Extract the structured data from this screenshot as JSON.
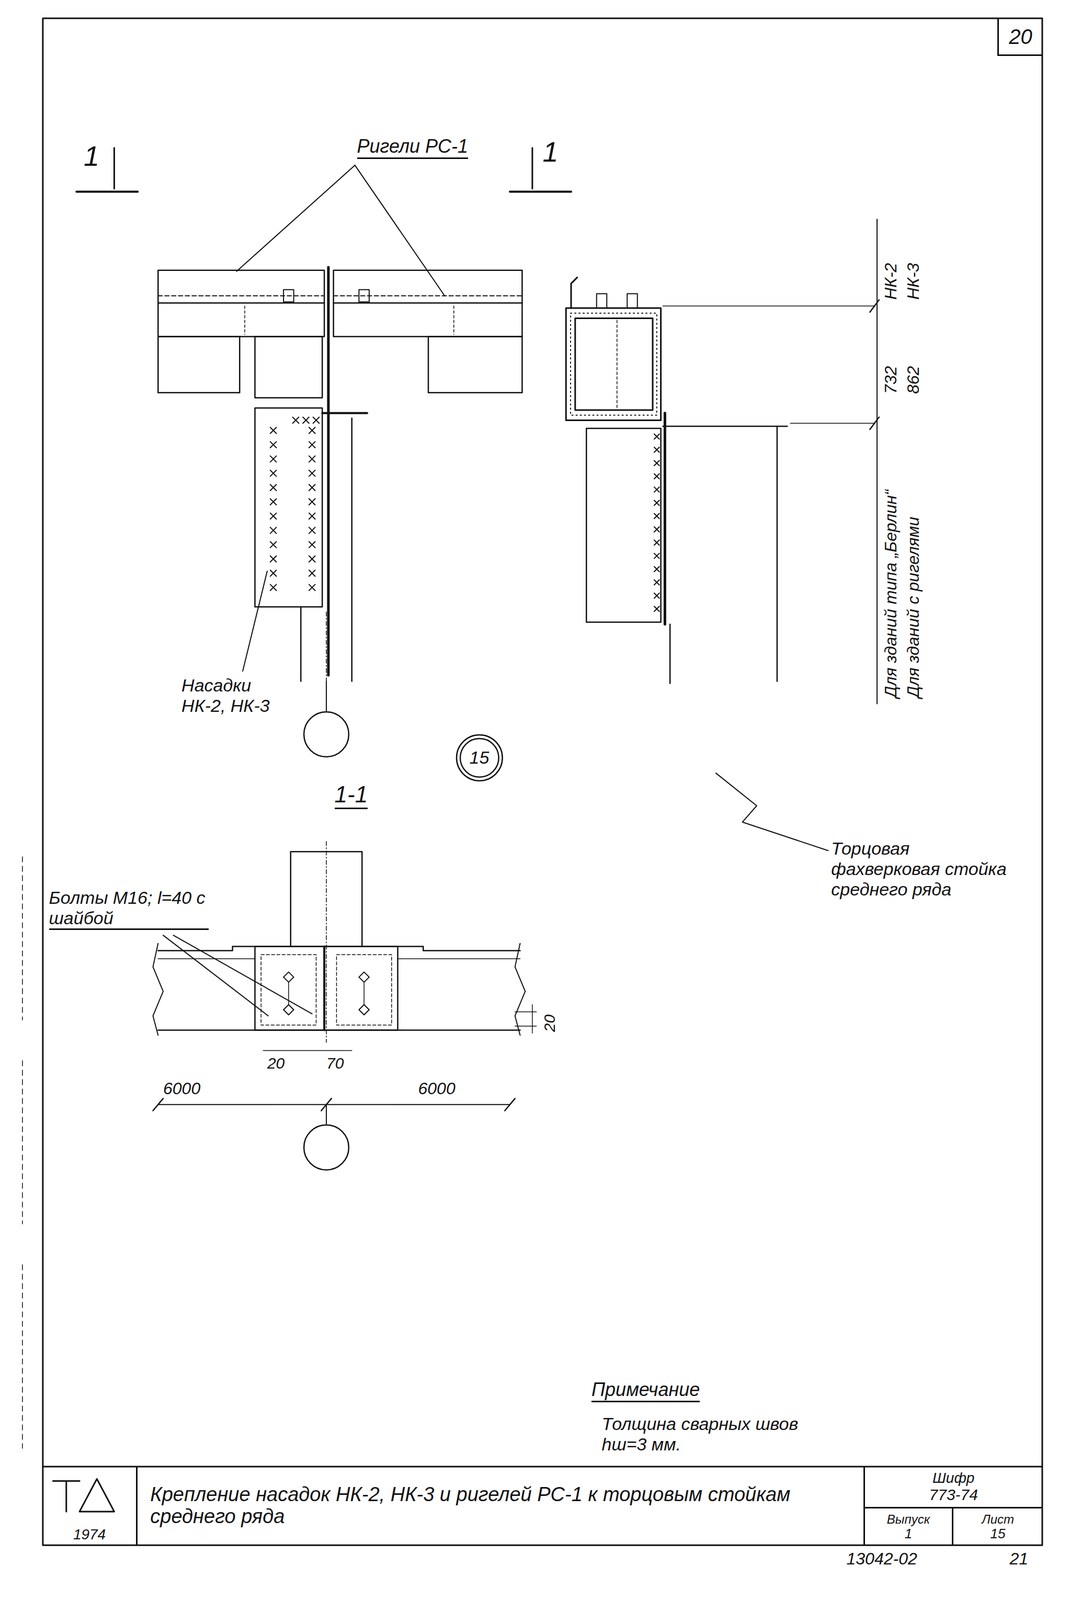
{
  "diagram": {
    "nodes": [
      {
        "text": [
          "20"
        ]
      },
      {
        "text": [
          "15"
        ]
      },
      {
        "text": [
          "1974"
        ]
      },
      {
        "text": [
          "Крепление насадок НК-2, НК-3 и ригелей РС-1 к торцовым стойкам среднего ряда"
        ]
      },
      {
        "text": [
          "Шифр",
          "773-74"
        ]
      },
      {
        "text": [
          "Выпуск",
          "1"
        ]
      },
      {
        "text": [
          "Лист",
          "15"
        ]
      }
    ],
    "labels": [
      "Ригели РС-1",
      "1",
      "1",
      "НК-2",
      "НК-3",
      "732",
      "862",
      "Для зданий типа „Берлин“",
      "Для зданий с ригелями",
      "Насадки НК-2, НК-3",
      "Торцовая фахверковая стойка среднего ряда",
      "1-1",
      "Болты М16; l=40 с шайбой",
      "20",
      "20",
      "70",
      "6000",
      "6000",
      "Примечание",
      "Толщина сварных швов hш=3 мм.",
      "13042-02",
      "21"
    ]
  }
}
